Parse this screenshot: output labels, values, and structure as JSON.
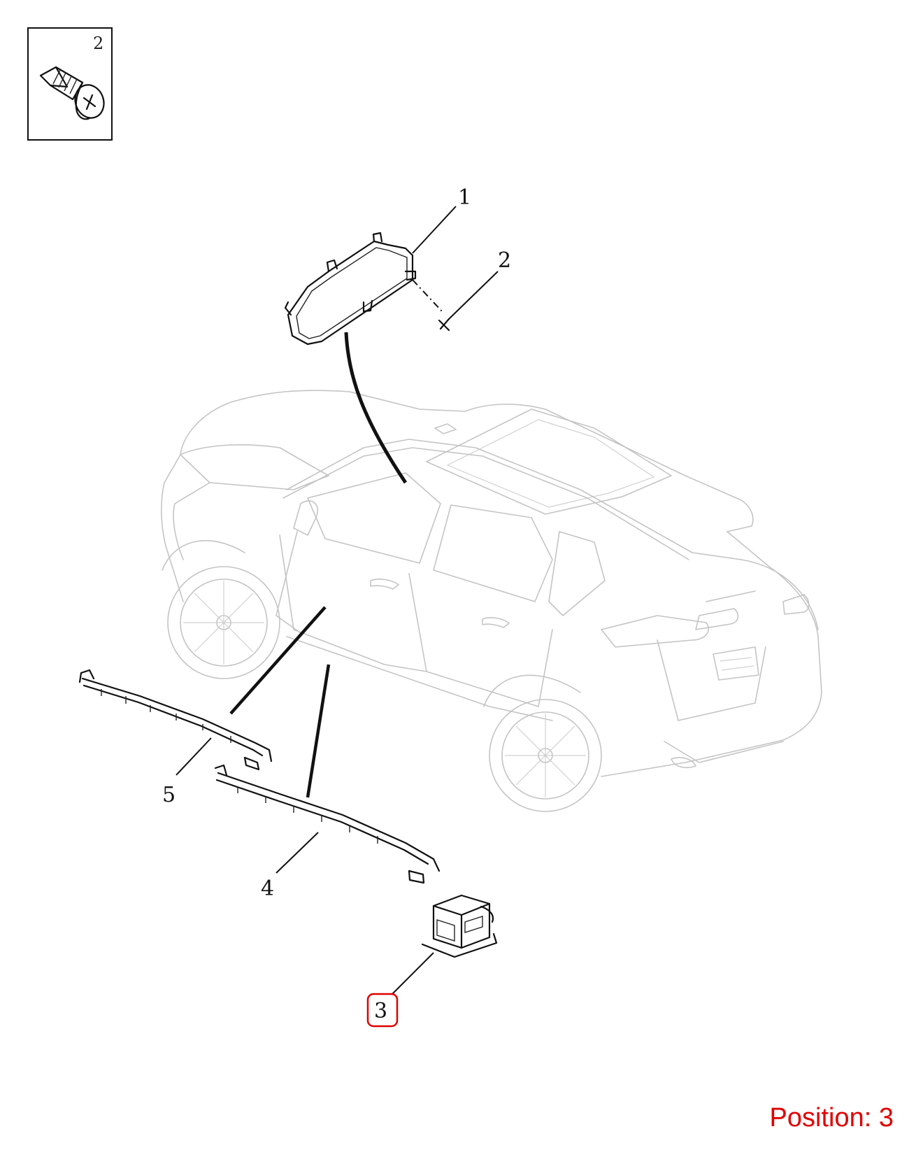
{
  "inset": {
    "number": "2",
    "icon": "self-tapping-screw-icon"
  },
  "callouts": {
    "c1": "1",
    "c2": "2",
    "c3": "3",
    "c4": "4",
    "c5": "5"
  },
  "highlighted_callout": "3",
  "highlight_color": "#e00000",
  "position_label": "Position: 3",
  "parts": [
    {
      "callout": "1",
      "icon": "roof-ambient-light-bracket-icon"
    },
    {
      "callout": "2",
      "icon": "screw-icon"
    },
    {
      "callout": "3",
      "icon": "light-module-icon"
    },
    {
      "callout": "4",
      "icon": "lower-light-strip-icon"
    },
    {
      "callout": "5",
      "icon": "upper-light-strip-icon"
    }
  ],
  "vehicle": {
    "icon": "suv-outline-icon"
  }
}
